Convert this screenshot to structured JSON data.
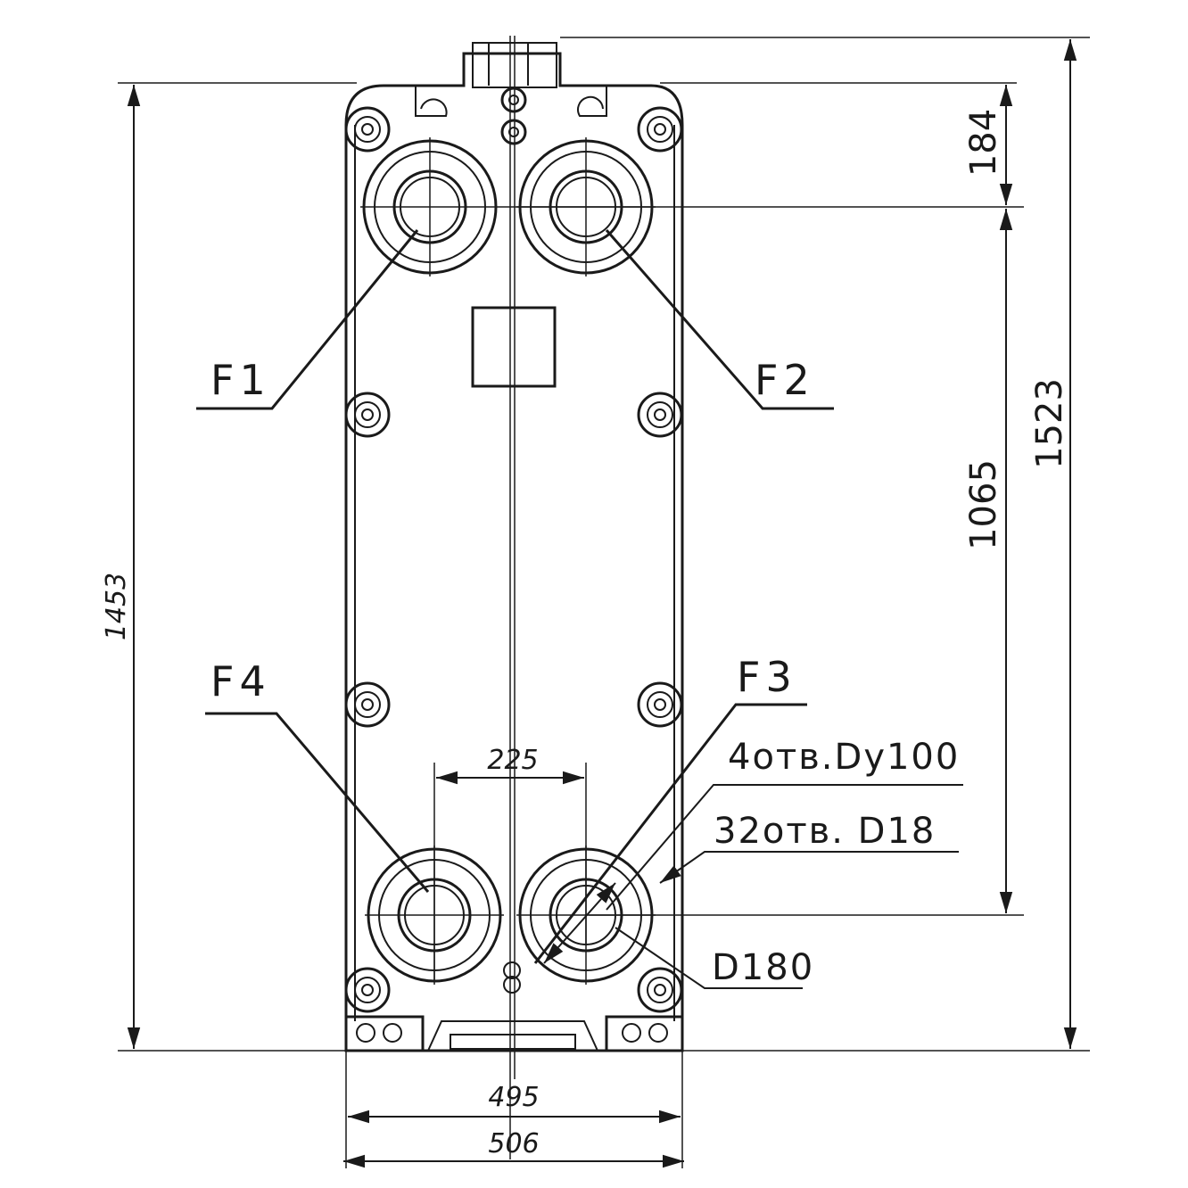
{
  "drawing": {
    "port_labels": {
      "f1": "F1",
      "f2": "F2",
      "f3": "F3",
      "f4": "F4"
    },
    "notes": {
      "flange_holes": "4отв.Dy100",
      "bolt_holes": "32отв. D18",
      "bolt_circle": "D180"
    },
    "dimensions": {
      "overall_height": "1523",
      "frame_height": "1453",
      "port_spacing_vertical": "1065",
      "top_offset": "184",
      "port_spacing_horizontal": "225",
      "frame_width": "495",
      "overall_width": "506"
    }
  }
}
